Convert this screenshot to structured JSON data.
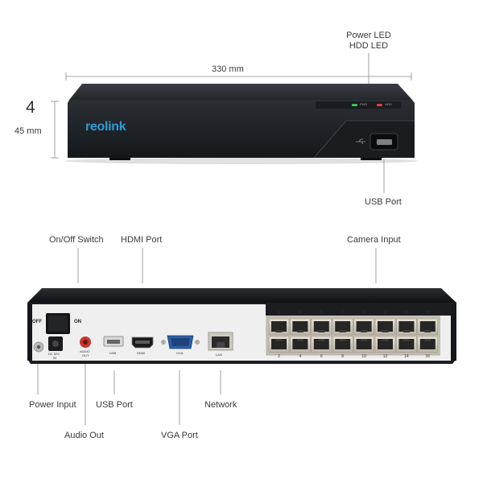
{
  "front": {
    "width_label": "330 mm",
    "height_label": "45 mm",
    "height_glyph": "4",
    "led_label_line1": "Power LED",
    "led_label_line2": "HDD LED",
    "usb_label": "USB Port",
    "brand": "reolink",
    "led_pwr": "PWR",
    "led_hdd": "HDD"
  },
  "rear": {
    "labels": {
      "on_off": "On/Off Switch",
      "hdmi": "HDMI Port",
      "camera_input": "Camera Input",
      "power_input": "Power Input",
      "usb": "USB Port",
      "network": "Network",
      "audio_out": "Audio Out",
      "vga": "VGA Port"
    },
    "panel_text": {
      "off": "OFF",
      "on": "ON",
      "dc": "DC 52V",
      "dc_in": "IN",
      "audio": "AUDIO",
      "audio_out": "OUT",
      "usb": "USB",
      "hdmi": "HDMI",
      "vga": "VGA",
      "lan": "LAN"
    },
    "port_numbers_top": [
      "1",
      "3",
      "5",
      "7",
      "9",
      "11",
      "13",
      "15"
    ],
    "port_numbers_bottom": [
      "2",
      "4",
      "6",
      "8",
      "10",
      "12",
      "14",
      "16"
    ]
  },
  "colors": {
    "body": "#1f2226",
    "panel": "#f2f2f2",
    "accent_blue": "#2a9fd6",
    "led_green": "#34c759",
    "led_red": "#e0403a"
  }
}
